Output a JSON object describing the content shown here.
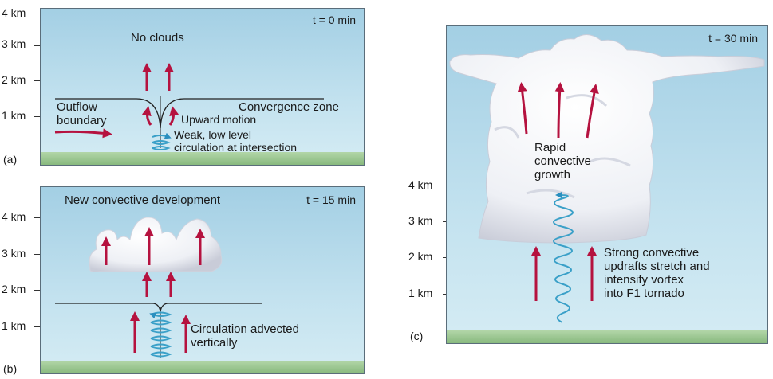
{
  "panel_a": {
    "label": "(a)",
    "time": "t = 0 min",
    "no_clouds": "No clouds",
    "outflow_line1": "Outflow",
    "outflow_line2": "boundary",
    "convergence": "Convergence zone",
    "upward": "Upward motion",
    "weak_line1": "Weak, low level",
    "weak_line2": "circulation at intersection",
    "altitudes": [
      "4 km",
      "3 km",
      "2 km",
      "1 km"
    ]
  },
  "panel_b": {
    "label": "(b)",
    "time": "t = 15 min",
    "title": "New convective development",
    "circ_line1": "Circulation advected",
    "circ_line2": "vertically",
    "altitudes": [
      "4 km",
      "3 km",
      "2 km",
      "1 km"
    ]
  },
  "panel_c": {
    "label": "(c)",
    "time": "t = 30 min",
    "rapid_line1": "Rapid",
    "rapid_line2": "convective",
    "rapid_line3": "growth",
    "strong_line1": "Strong convective",
    "strong_line2": "updrafts stretch and",
    "strong_line3": "intensify vortex",
    "strong_line4": "into F1 tornado",
    "altitudes": [
      "4 km",
      "3 km",
      "2 km",
      "1 km"
    ]
  },
  "colors": {
    "arrow": "#b5123f",
    "vortex": "#3aa0c8",
    "sky": "#b7dbeb",
    "ground": "#9cc690"
  }
}
